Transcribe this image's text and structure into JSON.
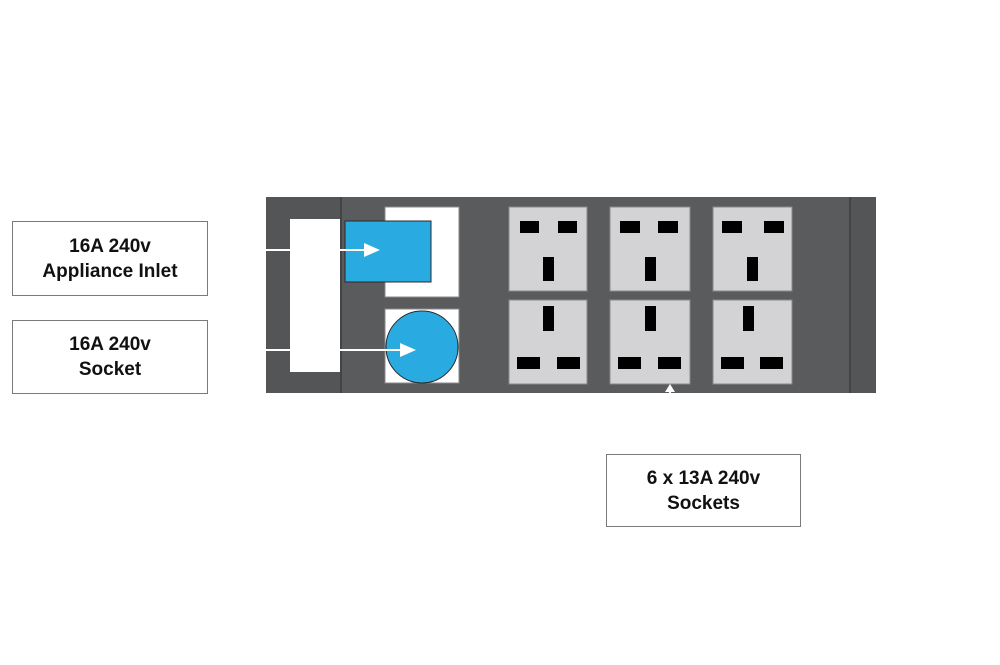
{
  "colors": {
    "strip_body": "#5a5b5d",
    "strip_dark": "#545557",
    "socket_face": "#d3d3d5",
    "pin": "#000000",
    "accent_blue": "#29abe2",
    "arrow": "#ffffff",
    "label_border": "#7a7a7a"
  },
  "labels": {
    "appliance_inlet": {
      "line1": "16A 240v",
      "line2": "Appliance Inlet",
      "icon": "rectangular-inlet-icon"
    },
    "socket_16a": {
      "line1": "16A 240v",
      "line2": "Socket",
      "icon": "round-socket-icon"
    },
    "sockets_13a": {
      "line1": "6 x 13A 240v",
      "line2": "Sockets",
      "count": 6
    }
  }
}
